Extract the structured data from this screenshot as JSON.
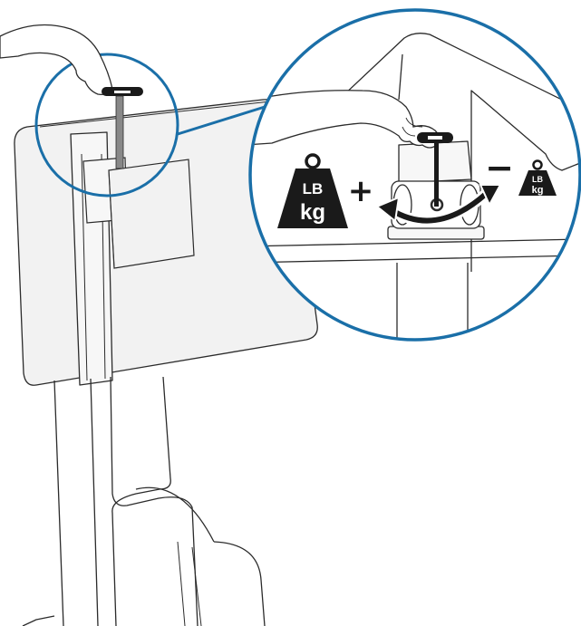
{
  "colors": {
    "callout_ring": "#1a6fa8",
    "line": "#2b2b2b",
    "panel_fill": "#f7f7f7",
    "screen_fill": "#f2f2f2",
    "weight_fill": "#1a1a1a",
    "arrow_fill": "#1a1a1a",
    "arrow_outline": "#ffffff"
  },
  "weight_large": {
    "line1": "LB",
    "line2": "kg",
    "icon": "weight-icon"
  },
  "weight_small": {
    "line1": "LB",
    "line2": "kg",
    "icon": "weight-icon"
  },
  "adjust": {
    "plus_sign": "+",
    "minus_sign": "−",
    "icon": "rotate-arrow-icon"
  },
  "tool": {
    "icon": "hex-key-icon"
  },
  "hand": {
    "icon": "hand-icon"
  }
}
